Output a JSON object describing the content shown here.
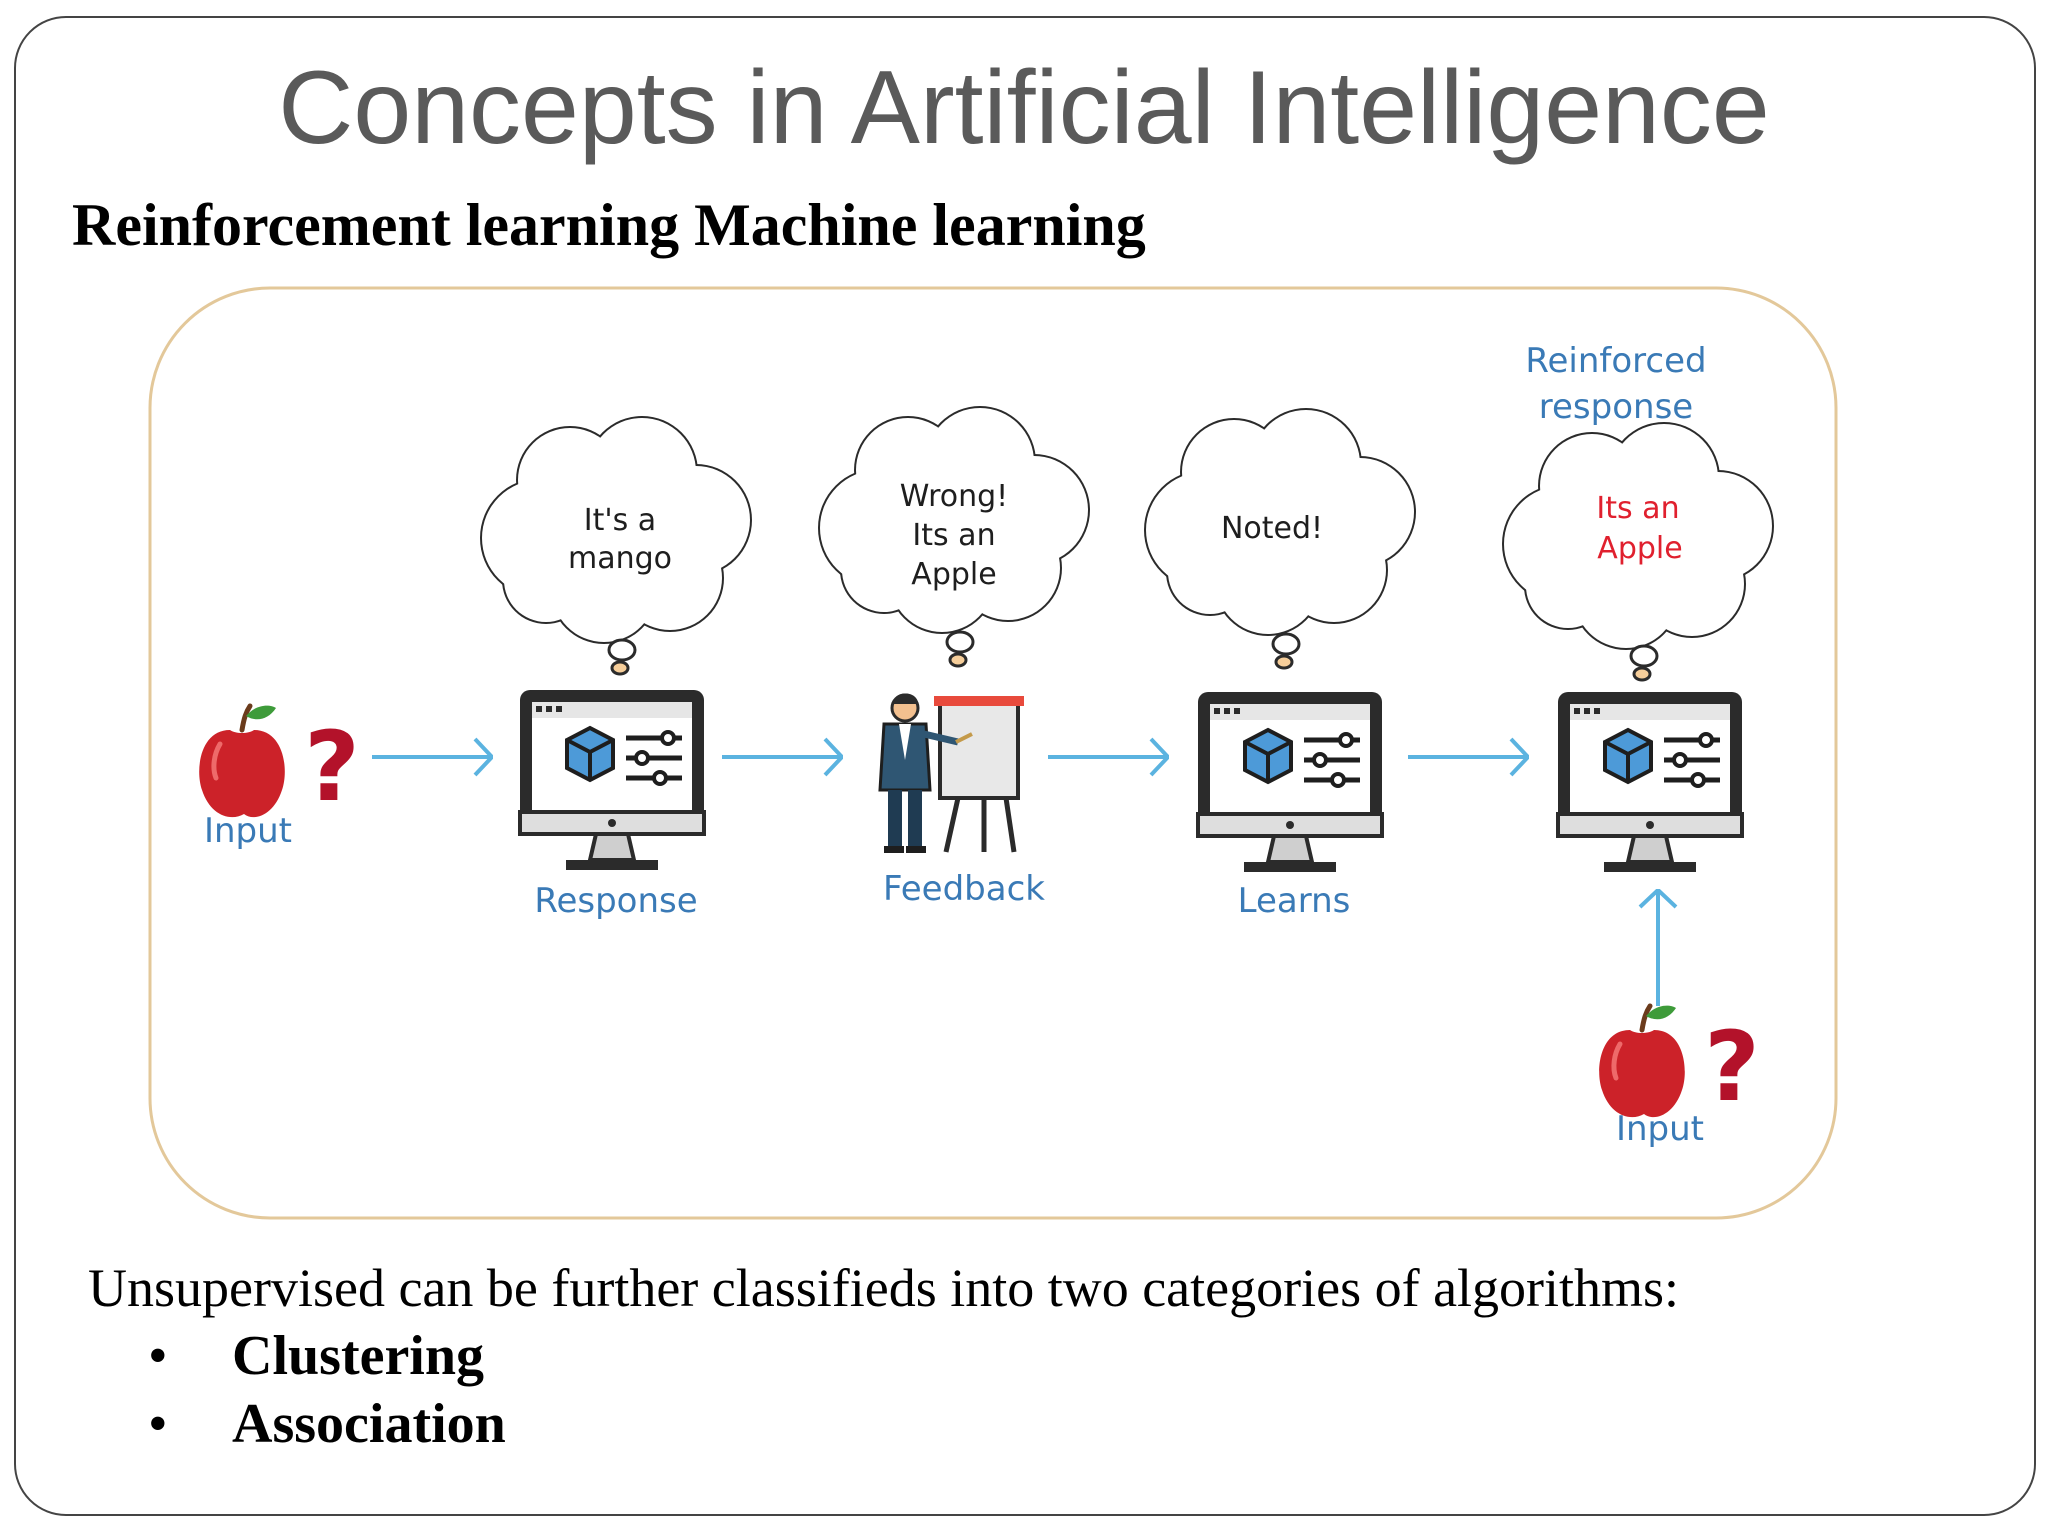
{
  "slide": {
    "title": "Concepts in Artificial Intelligence",
    "subtitle": "Reinforcement learning Machine learning",
    "body_text": "Unsupervised can be further classifieds into two categories of algorithms:",
    "bullets": [
      "Clustering",
      "Association"
    ]
  },
  "diagram": {
    "input_label": "Input",
    "input_label_2": "Input",
    "reinforced_label_line1": "Reinforced",
    "reinforced_label_line2": "response",
    "stages": [
      {
        "label": "Response",
        "thought": [
          "It's a",
          "mango"
        ]
      },
      {
        "label": "Feedback",
        "thought": [
          "Wrong!",
          "Its an",
          "Apple"
        ]
      },
      {
        "label": "Learns",
        "thought": [
          "Noted!"
        ]
      },
      {
        "label": "",
        "thought": [
          "Its an",
          "Apple"
        ]
      }
    ],
    "colors": {
      "label_blue": "#3a7ab6",
      "arrow_blue": "#5bb3e0",
      "apple_red": "#cc2229",
      "answer_red": "#e0202e",
      "question_mark": "#b3122a",
      "frame_border": "#e3c89a"
    }
  }
}
